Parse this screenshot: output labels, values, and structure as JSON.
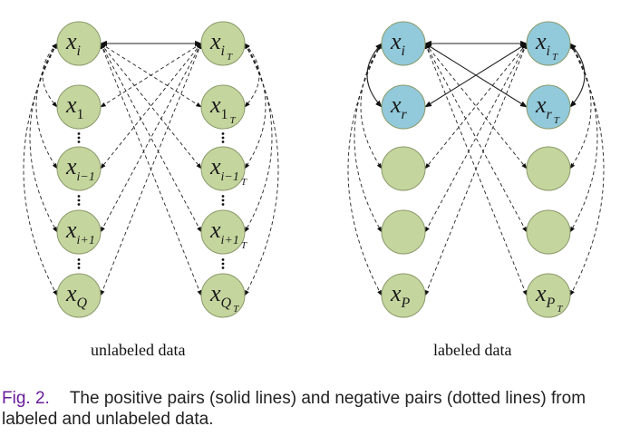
{
  "colors": {
    "node_green": "#c5d59e",
    "node_blue": "#92cadb",
    "node_stroke": "#8a9a6a",
    "edge": "#222222"
  },
  "groups": [
    {
      "id": "unlabeled",
      "title": "unlabeled data",
      "left_nodes": [
        {
          "base": "x",
          "sub": "i",
          "subsub": "",
          "color": "green"
        },
        {
          "base": "x",
          "sub": "1",
          "subsub": "",
          "color": "green"
        },
        {
          "base": "x",
          "sub": "i−1",
          "subsub": "",
          "color": "green"
        },
        {
          "base": "x",
          "sub": "i+1",
          "subsub": "",
          "color": "green"
        },
        {
          "base": "x",
          "sub": "Q",
          "subsub": "",
          "color": "green"
        }
      ],
      "right_nodes": [
        {
          "base": "x",
          "sub": "i",
          "subsub": "T",
          "color": "green"
        },
        {
          "base": "x",
          "sub": "1",
          "subsub": "T",
          "color": "green"
        },
        {
          "base": "x",
          "sub": "i−1",
          "subsub": "T",
          "color": "green"
        },
        {
          "base": "x",
          "sub": "i+1",
          "subsub": "T",
          "color": "green"
        },
        {
          "base": "x",
          "sub": "Q",
          "subsub": "T",
          "color": "green"
        }
      ],
      "ellipsis_between_rows": [
        [
          1,
          2
        ],
        [
          2,
          3
        ],
        [
          3,
          4
        ]
      ],
      "positive_edges": [
        [
          "L0",
          "R0"
        ]
      ],
      "negative_edges_from_top": true
    },
    {
      "id": "labeled",
      "title": "labeled data",
      "left_nodes": [
        {
          "base": "x",
          "sub": "i",
          "subsub": "",
          "color": "blue"
        },
        {
          "base": "x",
          "sub": "r",
          "subsub": "",
          "color": "blue"
        },
        {
          "base": "",
          "sub": "",
          "subsub": "",
          "color": "green"
        },
        {
          "base": "",
          "sub": "",
          "subsub": "",
          "color": "green"
        },
        {
          "base": "x",
          "sub": "P",
          "subsub": "",
          "color": "green"
        }
      ],
      "right_nodes": [
        {
          "base": "x",
          "sub": "i",
          "subsub": "T",
          "color": "blue"
        },
        {
          "base": "x",
          "sub": "r",
          "subsub": "T",
          "color": "blue"
        },
        {
          "base": "",
          "sub": "",
          "subsub": "",
          "color": "green"
        },
        {
          "base": "",
          "sub": "",
          "subsub": "",
          "color": "green"
        },
        {
          "base": "x",
          "sub": "P",
          "subsub": "T",
          "color": "green"
        }
      ],
      "ellipsis_between_rows": [],
      "positive_edges": [
        [
          "L0",
          "R0"
        ],
        [
          "L0",
          "R1"
        ],
        [
          "R0",
          "L1"
        ],
        [
          "L0",
          "L1"
        ],
        [
          "R0",
          "R1"
        ]
      ],
      "negative_edges_from_top": true
    }
  ],
  "caption": {
    "fig_number": "Fig. 2.",
    "text": "The positive pairs (solid lines) and negative pairs (dotted lines) from labeled and unlabeled data."
  }
}
